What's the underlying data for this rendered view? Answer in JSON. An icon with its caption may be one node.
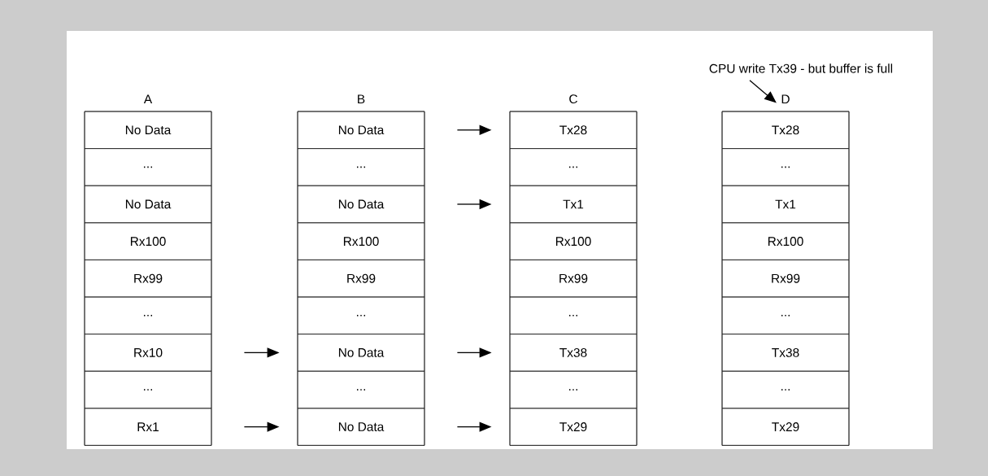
{
  "diagram": {
    "nodes": [
      {
        "text": [
          "A"
        ]
      },
      {
        "text": [
          "No Data"
        ],
        "in": 0
      },
      {
        "text": [
          "..."
        ],
        "in": 0
      },
      {
        "text": [
          "No Data"
        ],
        "in": 0
      },
      {
        "text": [
          "Rx100"
        ],
        "in": 0
      },
      {
        "text": [
          "Rx99"
        ],
        "in": 0
      },
      {
        "text": [
          "..."
        ],
        "in": 0
      },
      {
        "text": [
          "Rx10"
        ],
        "in": 0
      },
      {
        "text": [
          "..."
        ],
        "in": 0
      },
      {
        "text": [
          "Rx1"
        ],
        "in": 0
      },
      {
        "text": [
          "B"
        ]
      },
      {
        "text": [
          "No Data"
        ],
        "in": 10
      },
      {
        "text": [
          "..."
        ],
        "in": 10
      },
      {
        "text": [
          "No Data"
        ],
        "in": 10
      },
      {
        "text": [
          "Rx100"
        ],
        "in": 10
      },
      {
        "text": [
          "Rx99"
        ],
        "in": 10
      },
      {
        "text": [
          "..."
        ],
        "in": 10
      },
      {
        "text": [
          "No Data"
        ],
        "in": 10
      },
      {
        "text": [
          "..."
        ],
        "in": 10
      },
      {
        "text": [
          "No Data"
        ],
        "in": 10
      },
      {
        "text": [
          "C"
        ]
      },
      {
        "text": [
          "Tx28"
        ],
        "in": 20
      },
      {
        "text": [
          "..."
        ],
        "in": 20
      },
      {
        "text": [
          "Tx1"
        ],
        "in": 20
      },
      {
        "text": [
          "Rx100"
        ],
        "in": 20
      },
      {
        "text": [
          "Rx99"
        ],
        "in": 20
      },
      {
        "text": [
          "..."
        ],
        "in": 20
      },
      {
        "text": [
          "Tx38"
        ],
        "in": 20
      },
      {
        "text": [
          "..."
        ],
        "in": 20
      },
      {
        "text": [
          "Tx29"
        ],
        "in": 20
      },
      {
        "text": [
          "D"
        ]
      },
      {
        "text": [
          "Tx28"
        ],
        "in": 30
      },
      {
        "text": [
          "..."
        ],
        "in": 30
      },
      {
        "text": [
          "Tx1"
        ],
        "in": 30
      },
      {
        "text": [
          "Rx100"
        ],
        "in": 30
      },
      {
        "text": [
          "Rx99"
        ],
        "in": 30
      },
      {
        "text": [
          "..."
        ],
        "in": 30
      },
      {
        "text": [
          "Tx38"
        ],
        "in": 30
      },
      {
        "text": [
          "..."
        ],
        "in": 30
      },
      {
        "text": [
          "Tx29"
        ],
        "in": 30
      },
      {
        "text": [
          "CPU write Tx39 - but buffer is full"
        ]
      }
    ],
    "edges": [
      {
        "from": 7,
        "to": 17,
        "arrow": "to"
      },
      {
        "from": 9,
        "to": 19,
        "arrow": "to"
      },
      {
        "from": 11,
        "to": 21,
        "arrow": "to"
      },
      {
        "from": 13,
        "to": 23,
        "arrow": "to"
      },
      {
        "from": 17,
        "to": 27,
        "arrow": "to"
      },
      {
        "from": 19,
        "to": 29,
        "arrow": "to"
      },
      {
        "from": 40,
        "to": 30,
        "arrow": "to"
      }
    ]
  }
}
